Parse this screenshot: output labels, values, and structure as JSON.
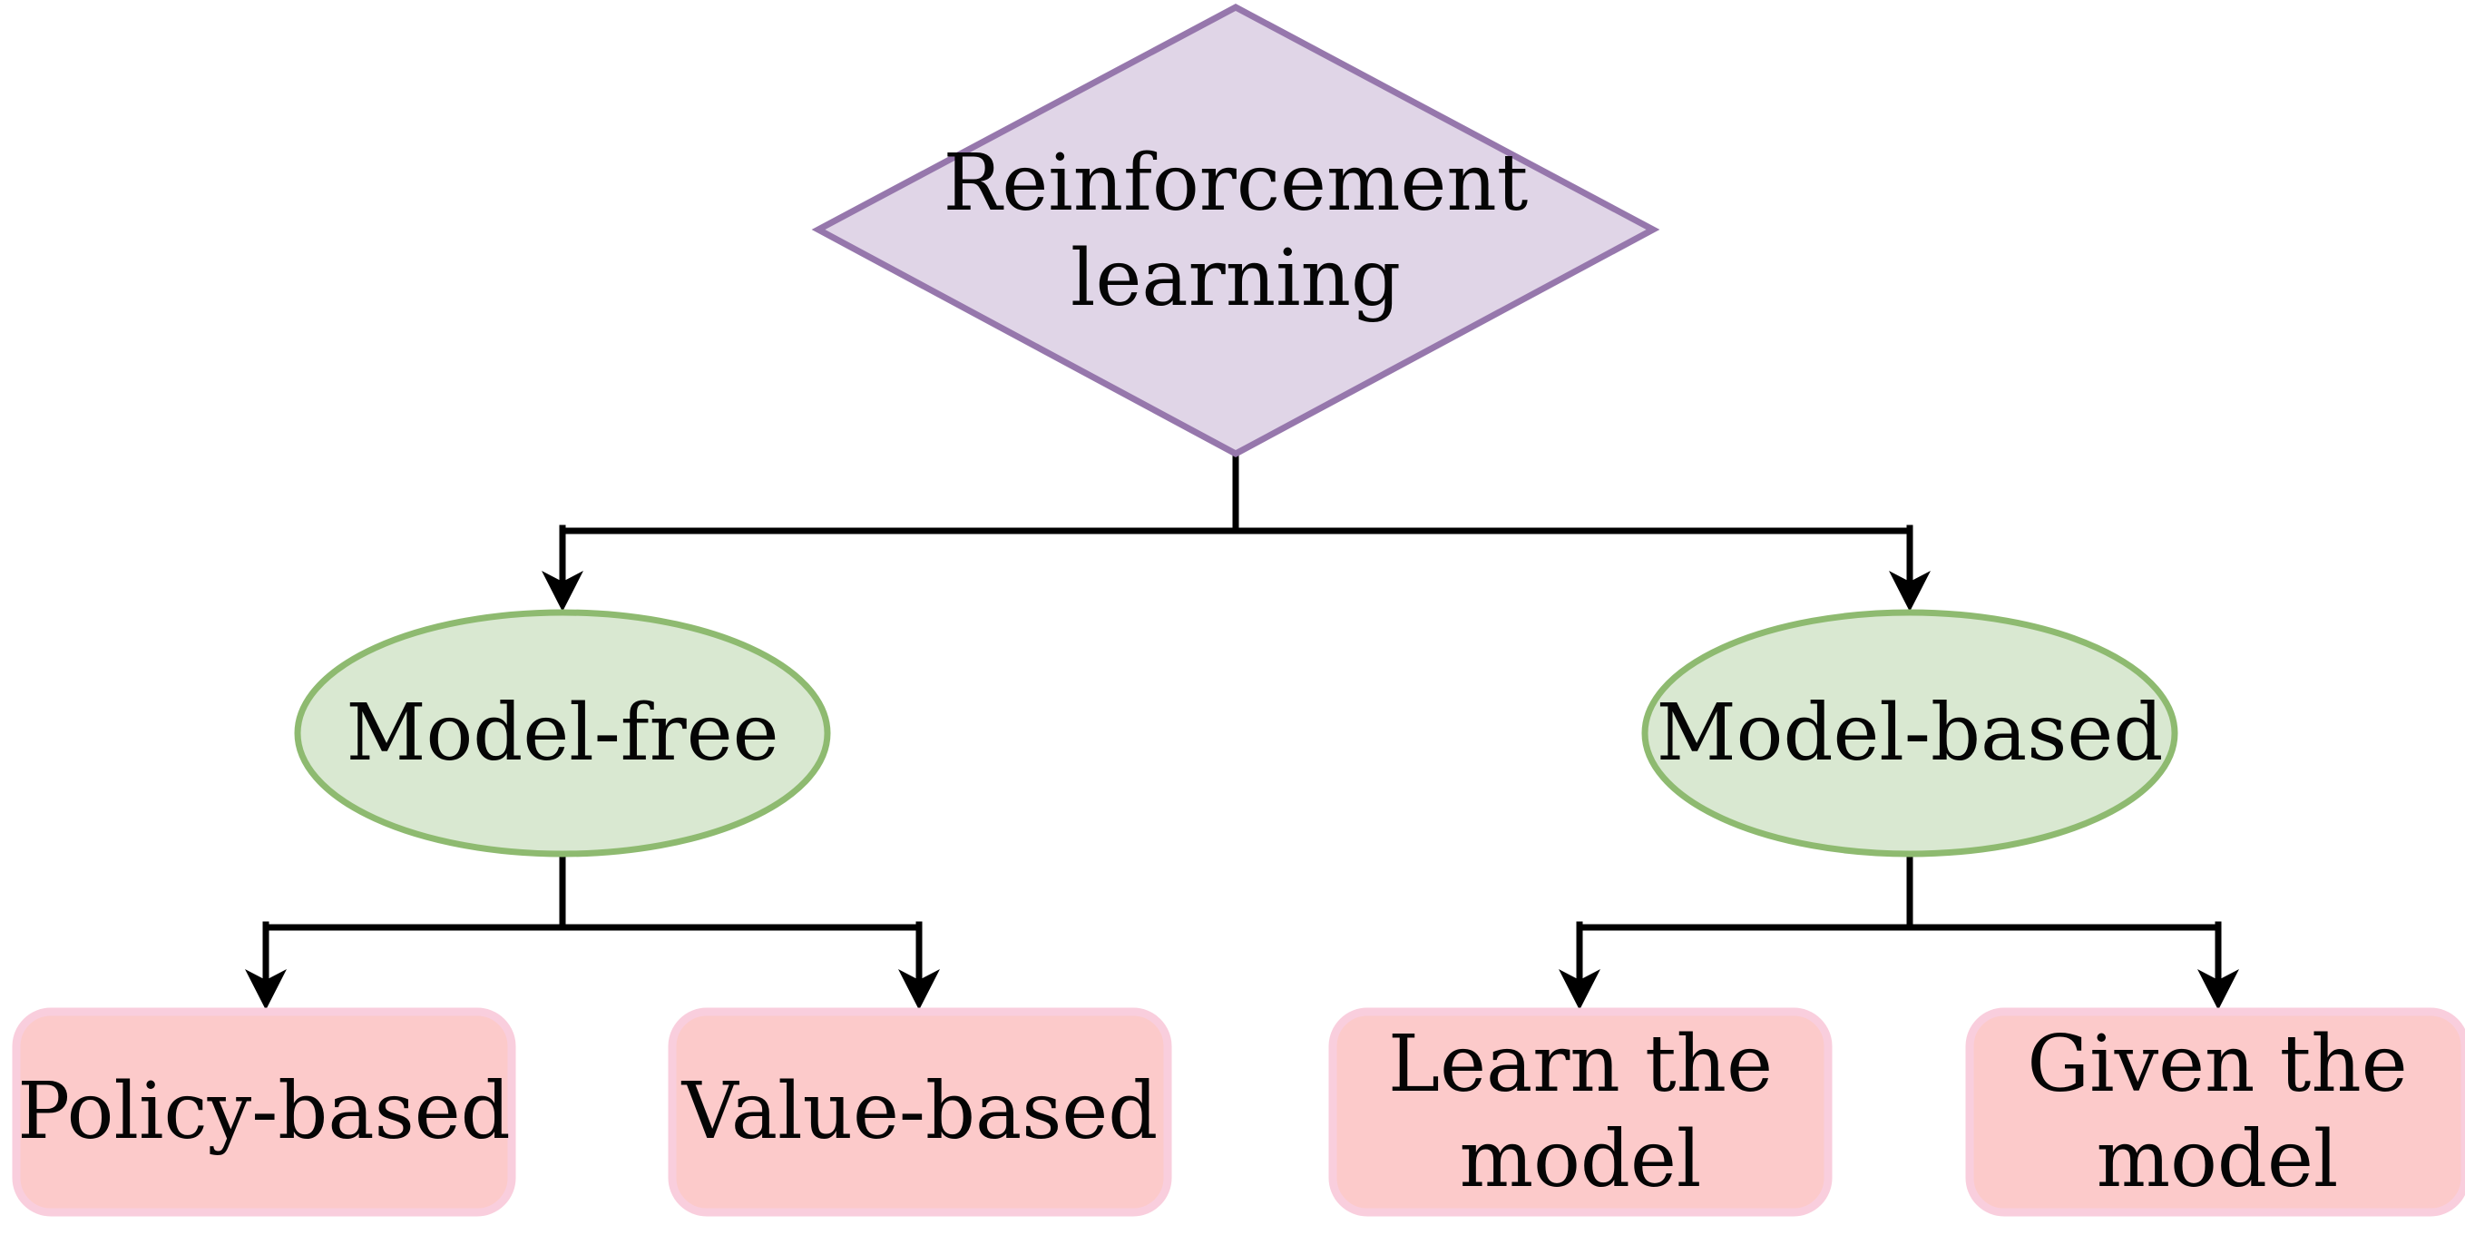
{
  "diagram": {
    "type": "flowchart-tree",
    "background": "#ffffff"
  },
  "colors": {
    "diamond_fill": "#e0d5e7",
    "diamond_border": "#9677ac",
    "ellipse_fill": "#d9e8d1",
    "ellipse_border": "#8eba70",
    "rect_fill": "#fccaca",
    "rect_border": "#f9cedd",
    "connector": "#000000",
    "text": "#050505"
  },
  "nodes": {
    "root": {
      "label": "Reinforcement learning",
      "shape": "diamond"
    },
    "model_free": {
      "label": "Model-free",
      "shape": "ellipse"
    },
    "model_based": {
      "label": "Model-based",
      "shape": "ellipse"
    },
    "policy_based": {
      "label": "Policy-based",
      "shape": "rounded-rect"
    },
    "value_based": {
      "label": "Value-based",
      "shape": "rounded-rect"
    },
    "learn_model": {
      "label": "Learn the model",
      "shape": "rounded-rect"
    },
    "given_model": {
      "label": "Given the model",
      "shape": "rounded-rect"
    }
  },
  "edges": [
    {
      "from": "root",
      "to": "model_free"
    },
    {
      "from": "root",
      "to": "model_based"
    },
    {
      "from": "model_free",
      "to": "policy_based"
    },
    {
      "from": "model_free",
      "to": "value_based"
    },
    {
      "from": "model_based",
      "to": "learn_model"
    },
    {
      "from": "model_based",
      "to": "given_model"
    }
  ]
}
